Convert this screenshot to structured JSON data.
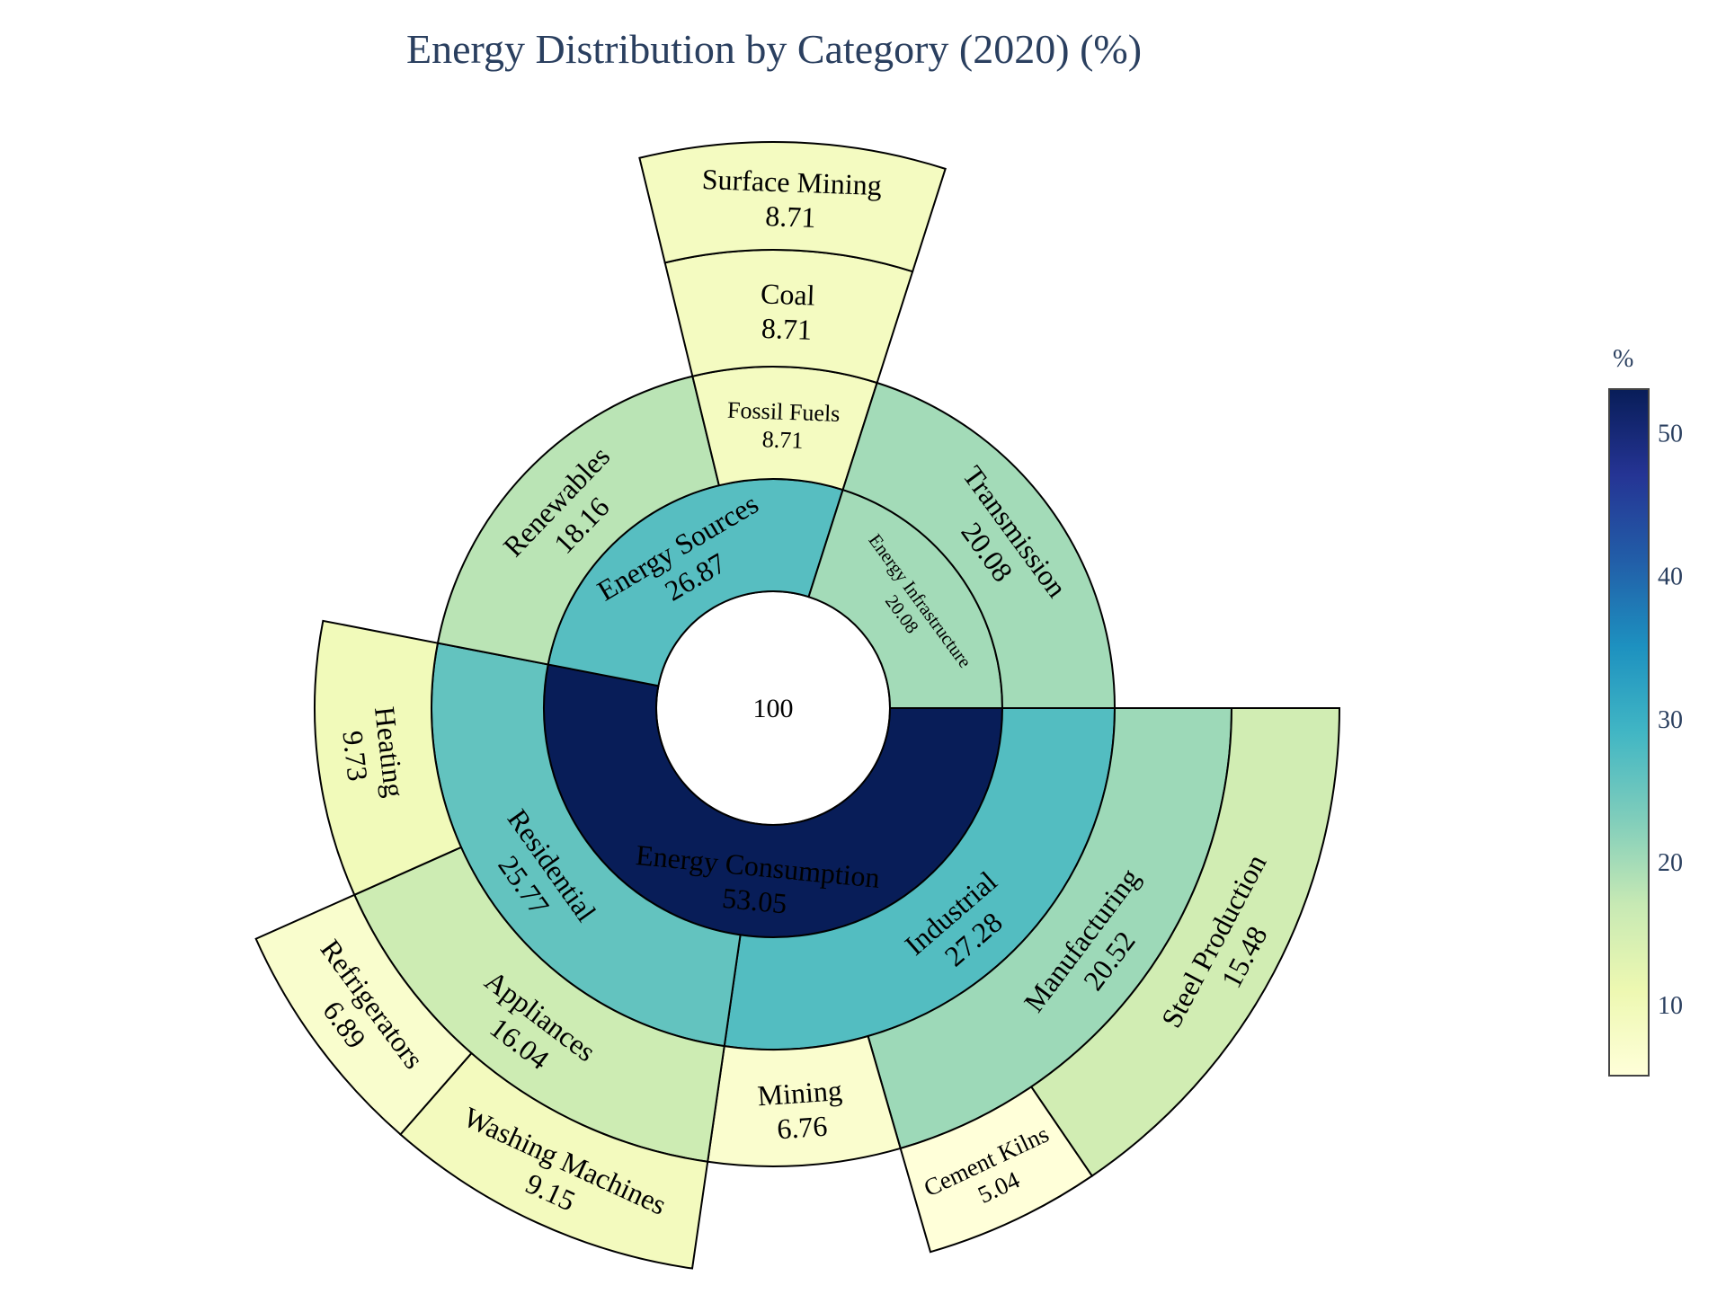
{
  "chart_data": {
    "type": "sunburst",
    "title": "Energy Distribution by Category (2020) (%)",
    "root": {
      "label": "",
      "value": 100
    },
    "nodes": [
      {
        "id": "ec",
        "label": "Energy Consumption",
        "parent": "root",
        "value": 53.05
      },
      {
        "id": "es",
        "label": "Energy Sources",
        "parent": "root",
        "value": 26.87
      },
      {
        "id": "ei",
        "label": "Energy Infrastructure",
        "parent": "root",
        "value": 20.08
      },
      {
        "id": "ind",
        "label": "Industrial",
        "parent": "ec",
        "value": 27.28
      },
      {
        "id": "res",
        "label": "Residential",
        "parent": "ec",
        "value": 25.77
      },
      {
        "id": "ren",
        "label": "Renewables",
        "parent": "es",
        "value": 18.16
      },
      {
        "id": "ff",
        "label": "Fossil Fuels",
        "parent": "es",
        "value": 8.71
      },
      {
        "id": "tra",
        "label": "Transmission",
        "parent": "ei",
        "value": 20.08
      },
      {
        "id": "man",
        "label": "Manufacturing",
        "parent": "ind",
        "value": 20.52
      },
      {
        "id": "min",
        "label": "Mining",
        "parent": "ind",
        "value": 6.76
      },
      {
        "id": "app",
        "label": "Appliances",
        "parent": "res",
        "value": 16.04
      },
      {
        "id": "hea",
        "label": "Heating",
        "parent": "res",
        "value": 9.73
      },
      {
        "id": "coal",
        "label": "Coal",
        "parent": "ff",
        "value": 8.71
      },
      {
        "id": "ste",
        "label": "Steel Production",
        "parent": "man",
        "value": 15.48
      },
      {
        "id": "cem",
        "label": "Cement Kilns",
        "parent": "man",
        "value": 5.04
      },
      {
        "id": "was",
        "label": "Washing Machines",
        "parent": "app",
        "value": 9.15
      },
      {
        "id": "ref",
        "label": "Refrigerators",
        "parent": "app",
        "value": 6.89
      },
      {
        "id": "sur",
        "label": "Surface Mining",
        "parent": "coal",
        "value": 8.71
      }
    ],
    "colorscale": "YlGnBu",
    "color_range": [
      5.04,
      53.05
    ],
    "colorbar": {
      "title": "%",
      "ticks": [
        10,
        20,
        30,
        40,
        50
      ],
      "stops": [
        "#ffffd9",
        "#edf8b1",
        "#c7e9b4",
        "#7fcdbb",
        "#41b6c4",
        "#1d91c0",
        "#225ea8",
        "#253494",
        "#081d58"
      ]
    }
  }
}
